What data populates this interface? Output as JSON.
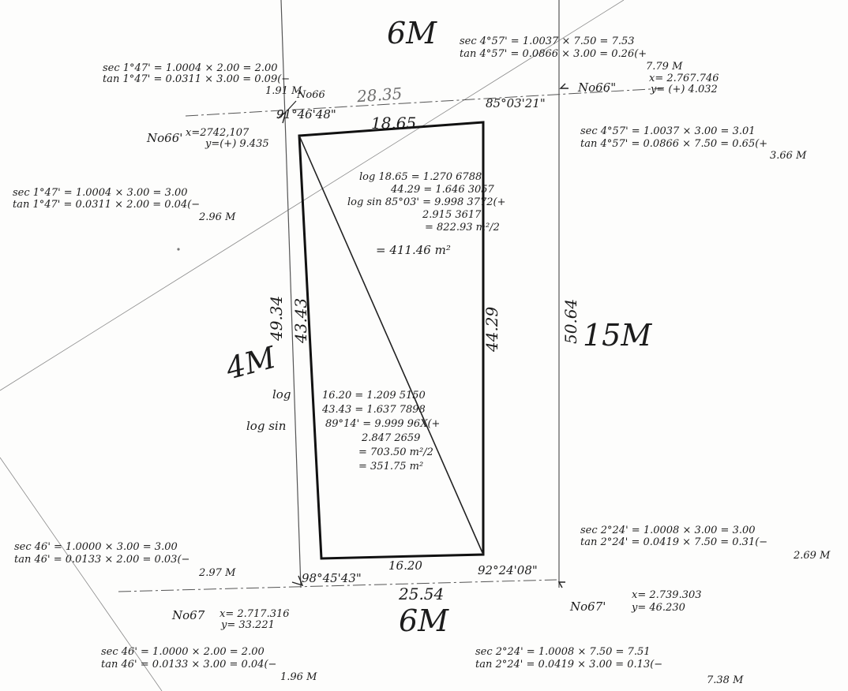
{
  "roads": {
    "north_width": "6M",
    "south_width": "6M",
    "west_width": "4M",
    "east_width": "15M"
  },
  "outer_lot": {
    "north_length": "28.35",
    "south_length": "25.54",
    "west_length": "49.34",
    "east_length": "50.64",
    "nw_angle": "91°46'48\"",
    "ne_angle": "85°03'21\"",
    "sw_angle": "98°45'43\"",
    "se_angle": "92°24'08\""
  },
  "inner_lot": {
    "north_length": "18.65",
    "south_length": "16.20",
    "west_length": "43.43",
    "east_length": "44.29"
  },
  "points": {
    "nw": {
      "label": "No66'",
      "x": "x=2742,107",
      "y": "y=(+) 9.435",
      "tag": "No66"
    },
    "ne": {
      "label": "No66\"",
      "x": "x= 2.767.746",
      "y": "y= (+) 4.032"
    },
    "sw": {
      "label": "No67",
      "x": "x= 2.717.316",
      "y": "y= 33.221"
    },
    "se": {
      "label": "No67'",
      "x": "x= 2.739.303",
      "y": "y= 46.230"
    }
  },
  "calcs": {
    "tl_1": {
      "line1": "sec 1°47' = 1.0004 × 2.00 = 2.00",
      "line2": "tan 1°47' = 0.0311 × 3.00 = 0.09(−",
      "result": "1.91 M"
    },
    "tl_2": {
      "line1": "sec 1°47' = 1.0004 × 3.00 = 3.00",
      "line2": "tan 1°47' = 0.0311 × 2.00 = 0.04(−",
      "result": "2.96 M"
    },
    "tr_1": {
      "line1": "sec 4°57' = 1.0037 × 7.50 = 7.53",
      "line2": "tan 4°57' = 0.0866 × 3.00 = 0.26(+",
      "result": "7.79 M"
    },
    "tr_2": {
      "line1": "sec 4°57' = 1.0037 × 3.00 = 3.01",
      "line2": "tan 4°57' = 0.0866 × 7.50 = 0.65(+",
      "result": "3.66 M"
    },
    "bl_1": {
      "line1": "sec 46' = 1.0000 × 3.00 = 3.00",
      "line2": "tan 46' = 0.0133 × 2.00 = 0.03(−",
      "result": "2.97 M"
    },
    "bl_2": {
      "line1": "sec 46' = 1.0000 × 2.00 = 2.00",
      "line2": "tan 46' = 0.0133 × 3.00 = 0.04(−",
      "result": "1.96 M"
    },
    "br_1": {
      "line1": "sec 2°24' = 1.0008 × 3.00 = 3.00",
      "line2": "tan 2°24' = 0.0419 × 7.50 = 0.31(−",
      "result": "2.69 M"
    },
    "br_2": {
      "line1": "sec 2°24' = 1.0008 × 7.50 = 7.51",
      "line2": "tan 2°24' = 0.0419 × 3.00 = 0.13(−",
      "result": "7.38 M"
    }
  },
  "area_upper": {
    "line1": "log 18.65 = 1.270 6788",
    "line2": "44.29 = 1.646 3057",
    "line3": "log sin 85°03' = 9.998 3772(+",
    "line4": "2.915 3617",
    "line5": "= 822.93 m²/2",
    "line6": "= 411.46 m²"
  },
  "area_lower": {
    "label_log": "log",
    "label_logsin": "log sin",
    "line1": "16.20 = 1.209 5150",
    "line2": "43.43 = 1.637 7898",
    "line3": "89°14' = 9.999 96X(+",
    "line4": "2.847 2659",
    "line5": "= 703.50 m²/2",
    "line6": "= 351.75 m²"
  }
}
